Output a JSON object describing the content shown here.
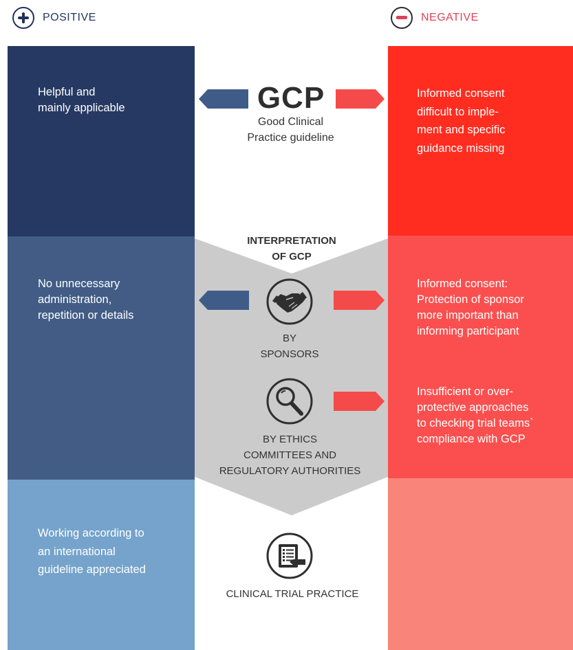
{
  "legend": {
    "positive": "POSITIVE",
    "negative": "NEGATIVE"
  },
  "colors": {
    "dark_navy": "#263962",
    "mid_blue": "#425c85",
    "light_blue": "#75a3cb",
    "bright_red": "#ff2d20",
    "mid_red": "#fb4f4f",
    "light_red": "#f98479",
    "gray_funnel": "#cbcbcb"
  },
  "gcp": {
    "title": "GCP",
    "subtitle_line1": "Good Clinical",
    "subtitle_line2": "Practice guideline"
  },
  "left": {
    "block1": [
      "Helpful and",
      "mainly applicable"
    ],
    "block2": [
      "No unnecessary",
      "administration,",
      "repetition or details"
    ],
    "block3": [
      "Working according to",
      "an international",
      "guideline appreciated"
    ]
  },
  "right": {
    "block1": [
      "Informed consent",
      "difficult to imple-",
      "ment and specific",
      "guidance missing"
    ],
    "block2": [
      "Informed consent:",
      "Protection of sponsor",
      "more important than",
      "informing participant"
    ],
    "block3": [
      "Insufficient or over-",
      "protective approaches",
      "to checking trial teams`",
      "compliance with GCP"
    ]
  },
  "center": {
    "interpretation": [
      "INTERPRETATION",
      "OF GCP"
    ],
    "sponsors": [
      "BY",
      "SPONSORS"
    ],
    "ethics": [
      "BY ETHICS",
      "COMMITTEES AND",
      "REGULATORY AUTHORITIES"
    ],
    "practice": "CLINICAL TRIAL PRACTICE"
  },
  "icons": {
    "sponsors": "handshake-icon",
    "ethics": "magnifier-icon",
    "practice": "checklist-document-icon",
    "positive": "plus-icon",
    "negative": "minus-icon"
  }
}
